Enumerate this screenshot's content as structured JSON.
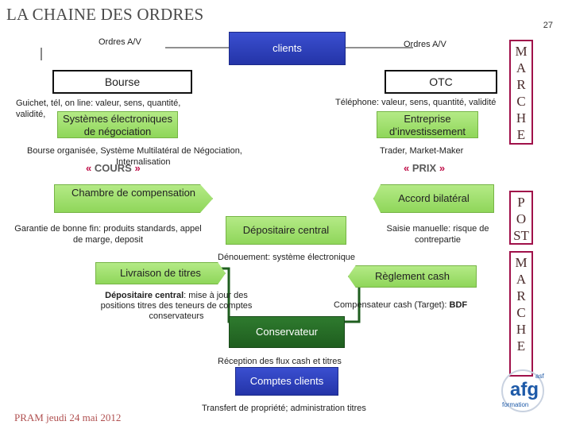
{
  "title": "LA CHAINE DES ORDRES",
  "page_number": "27",
  "top": {
    "ordres_left": "Ordres A/V",
    "clients": "clients",
    "ordres_right": "Ordres A/V",
    "bourse": "Bourse",
    "otc": "OTC"
  },
  "left": {
    "guichet": "Guichet, tél, on line: valeur, sens, quantité, validité,",
    "systemes": "Systèmes électroniques de négociation",
    "bourse_org": "Bourse organisée, Système Multilatéral de Négociation,",
    "internalisation": "Internalisation",
    "cours": "COURS",
    "chambre": "Chambre de compensation",
    "garantie": "Garantie de bonne fin: produits standards, appel de marge, deposit"
  },
  "right": {
    "telephone": "Téléphone: valeur, sens, quantité, validité",
    "entreprise": "Entreprise d’investissement",
    "trader": "Trader, Market-Maker",
    "prix": "PRIX",
    "accord": "Accord bilatéral",
    "saisie": "Saisie manuelle: risque de contrepartie"
  },
  "center": {
    "depositaire": "Dépositaire central",
    "denouement": "Dénouement: système électronique",
    "livraison": "Livraison de titres",
    "reglement": "Règlement cash",
    "dep_central_bold": "Dépositaire central",
    "dep_central_text": ": mise à jour des positions titres des teneurs de comptes conservateurs",
    "compensateur": "Compensateur cash (Target): ",
    "bdf": "BDF",
    "conservateur": "Conservateur",
    "reception": "Réception des flux cash et titres",
    "comptes": "Comptes clients",
    "transfert": "Transfert de propriété; administration titres"
  },
  "sidebar": {
    "marche_top": [
      "M",
      "A",
      "R",
      "C",
      "H",
      "E"
    ],
    "post": [
      "P",
      "O",
      "ST"
    ],
    "marche_bottom": [
      "M",
      "A",
      "R",
      "C",
      "H",
      "E"
    ]
  },
  "footer": "PRAM jeudi 24 mai 2012",
  "logo": {
    "text": "afg",
    "sub": "formation",
    "small": "asf"
  },
  "colors": {
    "green": "#8fd65a",
    "dark_green": "#1f5e1f",
    "blue": "#2434a8",
    "sidebar_border": "#a0114a",
    "arrow": "#c0114a"
  }
}
